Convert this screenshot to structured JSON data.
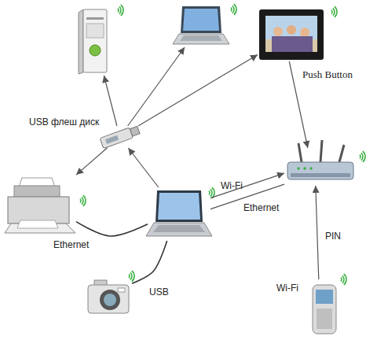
{
  "diagram": {
    "nodes": [
      {
        "text": []
      },
      {
        "text": []
      },
      {
        "text": []
      },
      {
        "text": [
          "USB флеш диск"
        ]
      },
      {
        "text": []
      },
      {
        "text": []
      },
      {
        "text": []
      },
      {
        "text": []
      },
      {
        "text": []
      }
    ],
    "edges": [
      {
        "from": 3,
        "to": 0,
        "arrow": "to"
      },
      {
        "from": 3,
        "to": 1,
        "arrow": "to"
      },
      {
        "from": 3,
        "to": 2,
        "arrow": "to"
      },
      {
        "from": 3,
        "to": 5,
        "arrow": "to"
      },
      {
        "from": 6,
        "to": 3,
        "arrow": "to"
      },
      {
        "from": 2,
        "to": 4,
        "label": "Push Button",
        "arrow": "to"
      },
      {
        "from": 6,
        "to": 4,
        "label": "Wi-Fi",
        "arrow": "to"
      },
      {
        "from": 6,
        "to": 4,
        "label": "Ethernet",
        "arrow": "none"
      },
      {
        "from": 8,
        "to": 4,
        "label": "PIN",
        "arrow": "to"
      },
      {
        "from": 6,
        "to": 5,
        "label": "Ethernet",
        "arrow": "none"
      },
      {
        "from": 6,
        "to": 7,
        "label": "USB",
        "arrow": "none"
      }
    ],
    "labels": [
      "Wi-Fi"
    ]
  }
}
